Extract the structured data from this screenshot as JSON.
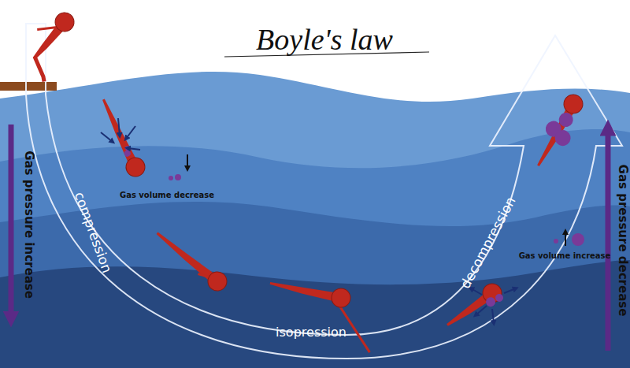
{
  "diagram": {
    "title": "Boyle's law",
    "labels": [
      "Gas pressure increase",
      "compression",
      "Gas volume decrease",
      "isopression",
      "decompression",
      "Gas volume increase",
      "Gas pressure decrease"
    ]
  }
}
